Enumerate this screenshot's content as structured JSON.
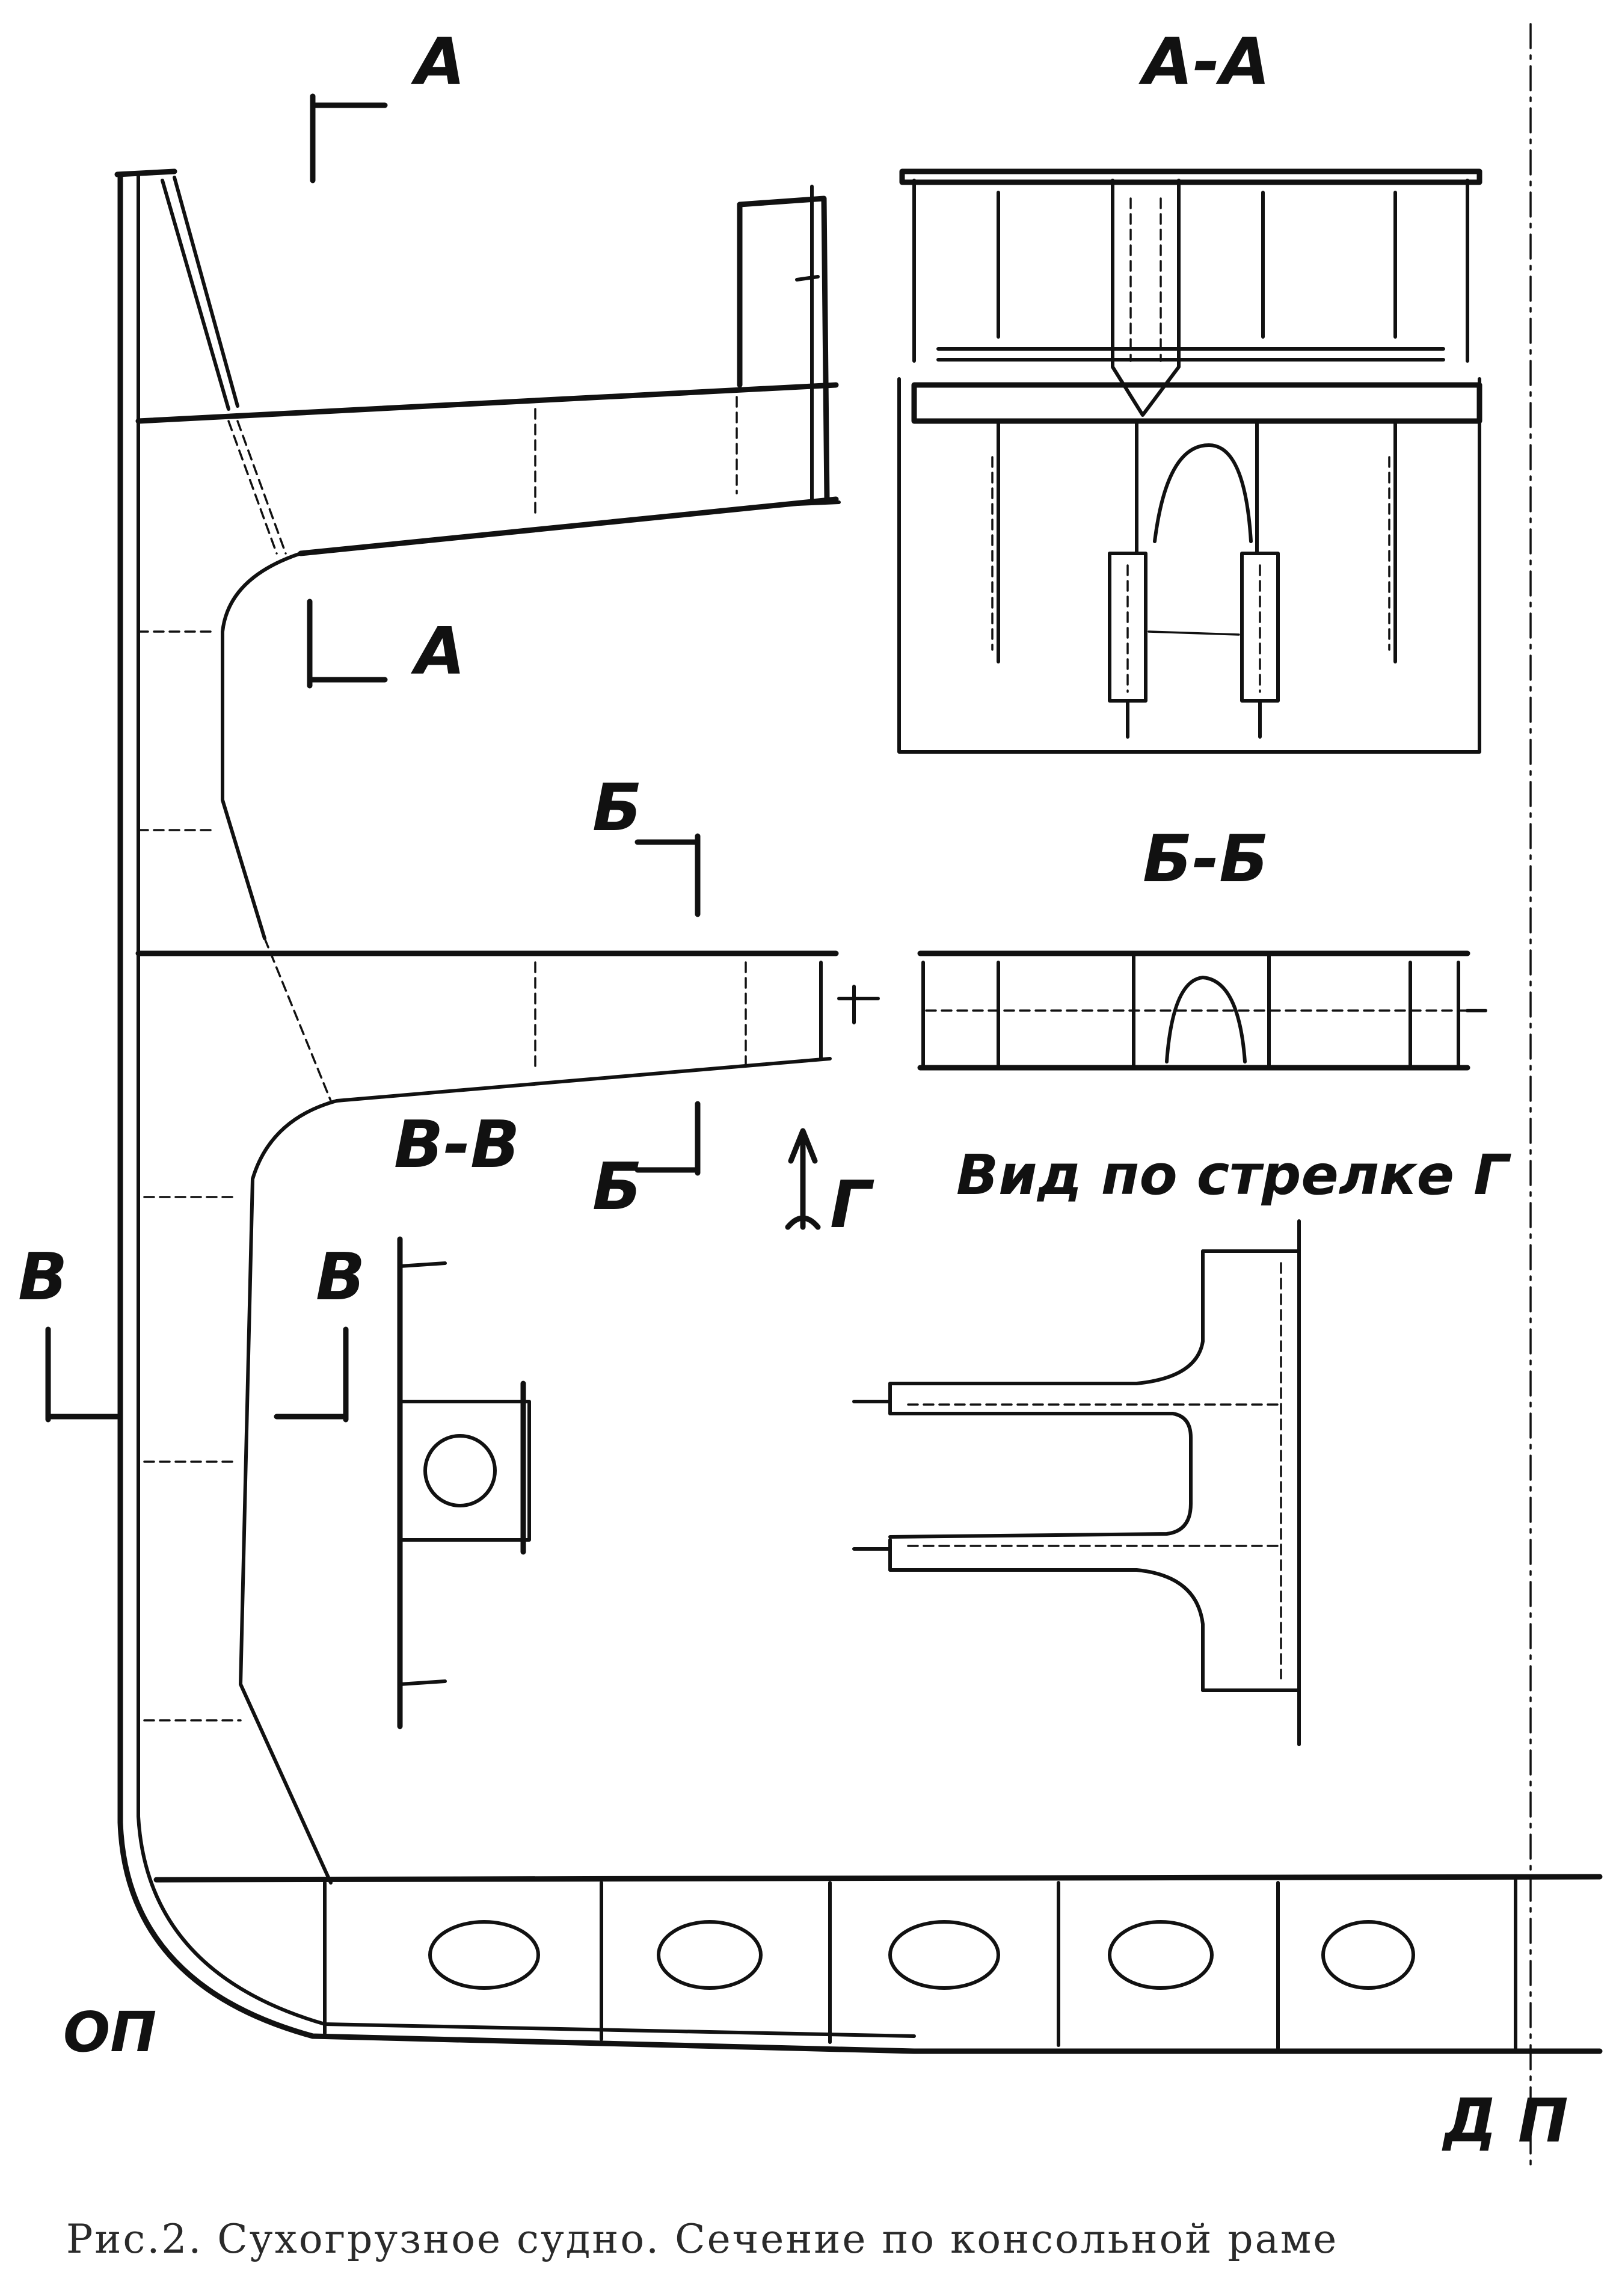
{
  "labels": {
    "section_a": "А",
    "section_a_bottom": "А",
    "section_aa": "А-А",
    "section_b": "Б",
    "section_b_bottom": "Б",
    "section_bb": "Б-Б",
    "section_v": "В",
    "section_v_right": "В",
    "section_vv": "В-В",
    "arrow_g": "Г",
    "view_g": "Вид по стрелке Г",
    "baseline": "ОП",
    "centerline": "Д П"
  },
  "caption": "Рис.2. Сухогрузное судно. Сечение по консольной раме"
}
